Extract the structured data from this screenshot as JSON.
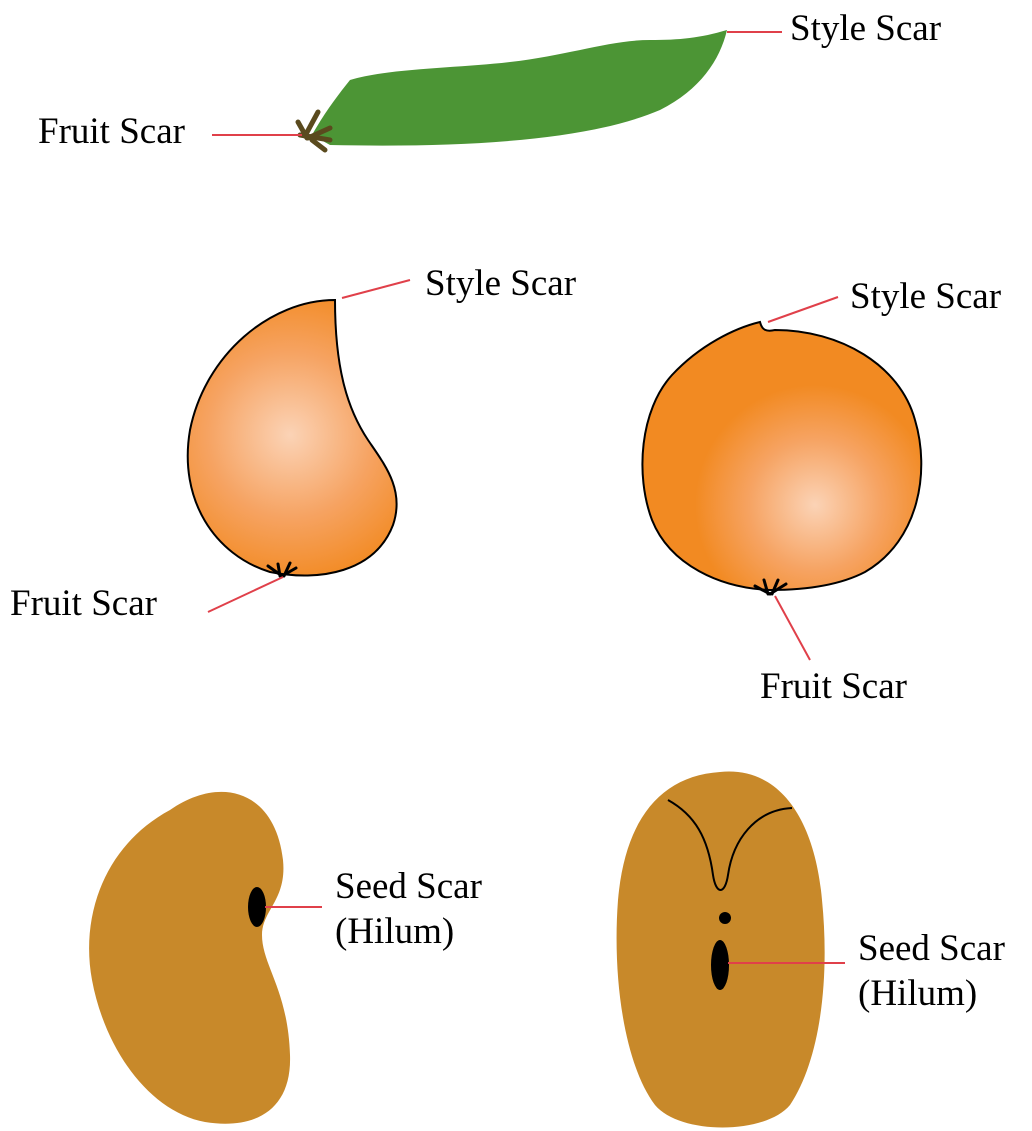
{
  "colors": {
    "pod_green": "#4c9535",
    "calyx_brown": "#5a4a1e",
    "fruit_orange": "#f28a22",
    "fruit_highlight": "#fbd0b0",
    "seed_tan": "#c8892a",
    "hilum_black": "#000000",
    "leader_red": "#e0404a",
    "outline_black": "#000000"
  },
  "pod": {
    "style_scar_label": "Style Scar",
    "fruit_scar_label": "Fruit Scar"
  },
  "fruit_left": {
    "style_scar_label": "Style Scar",
    "fruit_scar_label": "Fruit Scar"
  },
  "fruit_right": {
    "style_scar_label": "Style Scar",
    "fruit_scar_label": "Fruit Scar"
  },
  "seed_left": {
    "hilum_label_line1": "Seed Scar",
    "hilum_label_line2": "(Hilum)"
  },
  "seed_right": {
    "hilum_label_line1": "Seed Scar",
    "hilum_label_line2": "(Hilum)"
  }
}
